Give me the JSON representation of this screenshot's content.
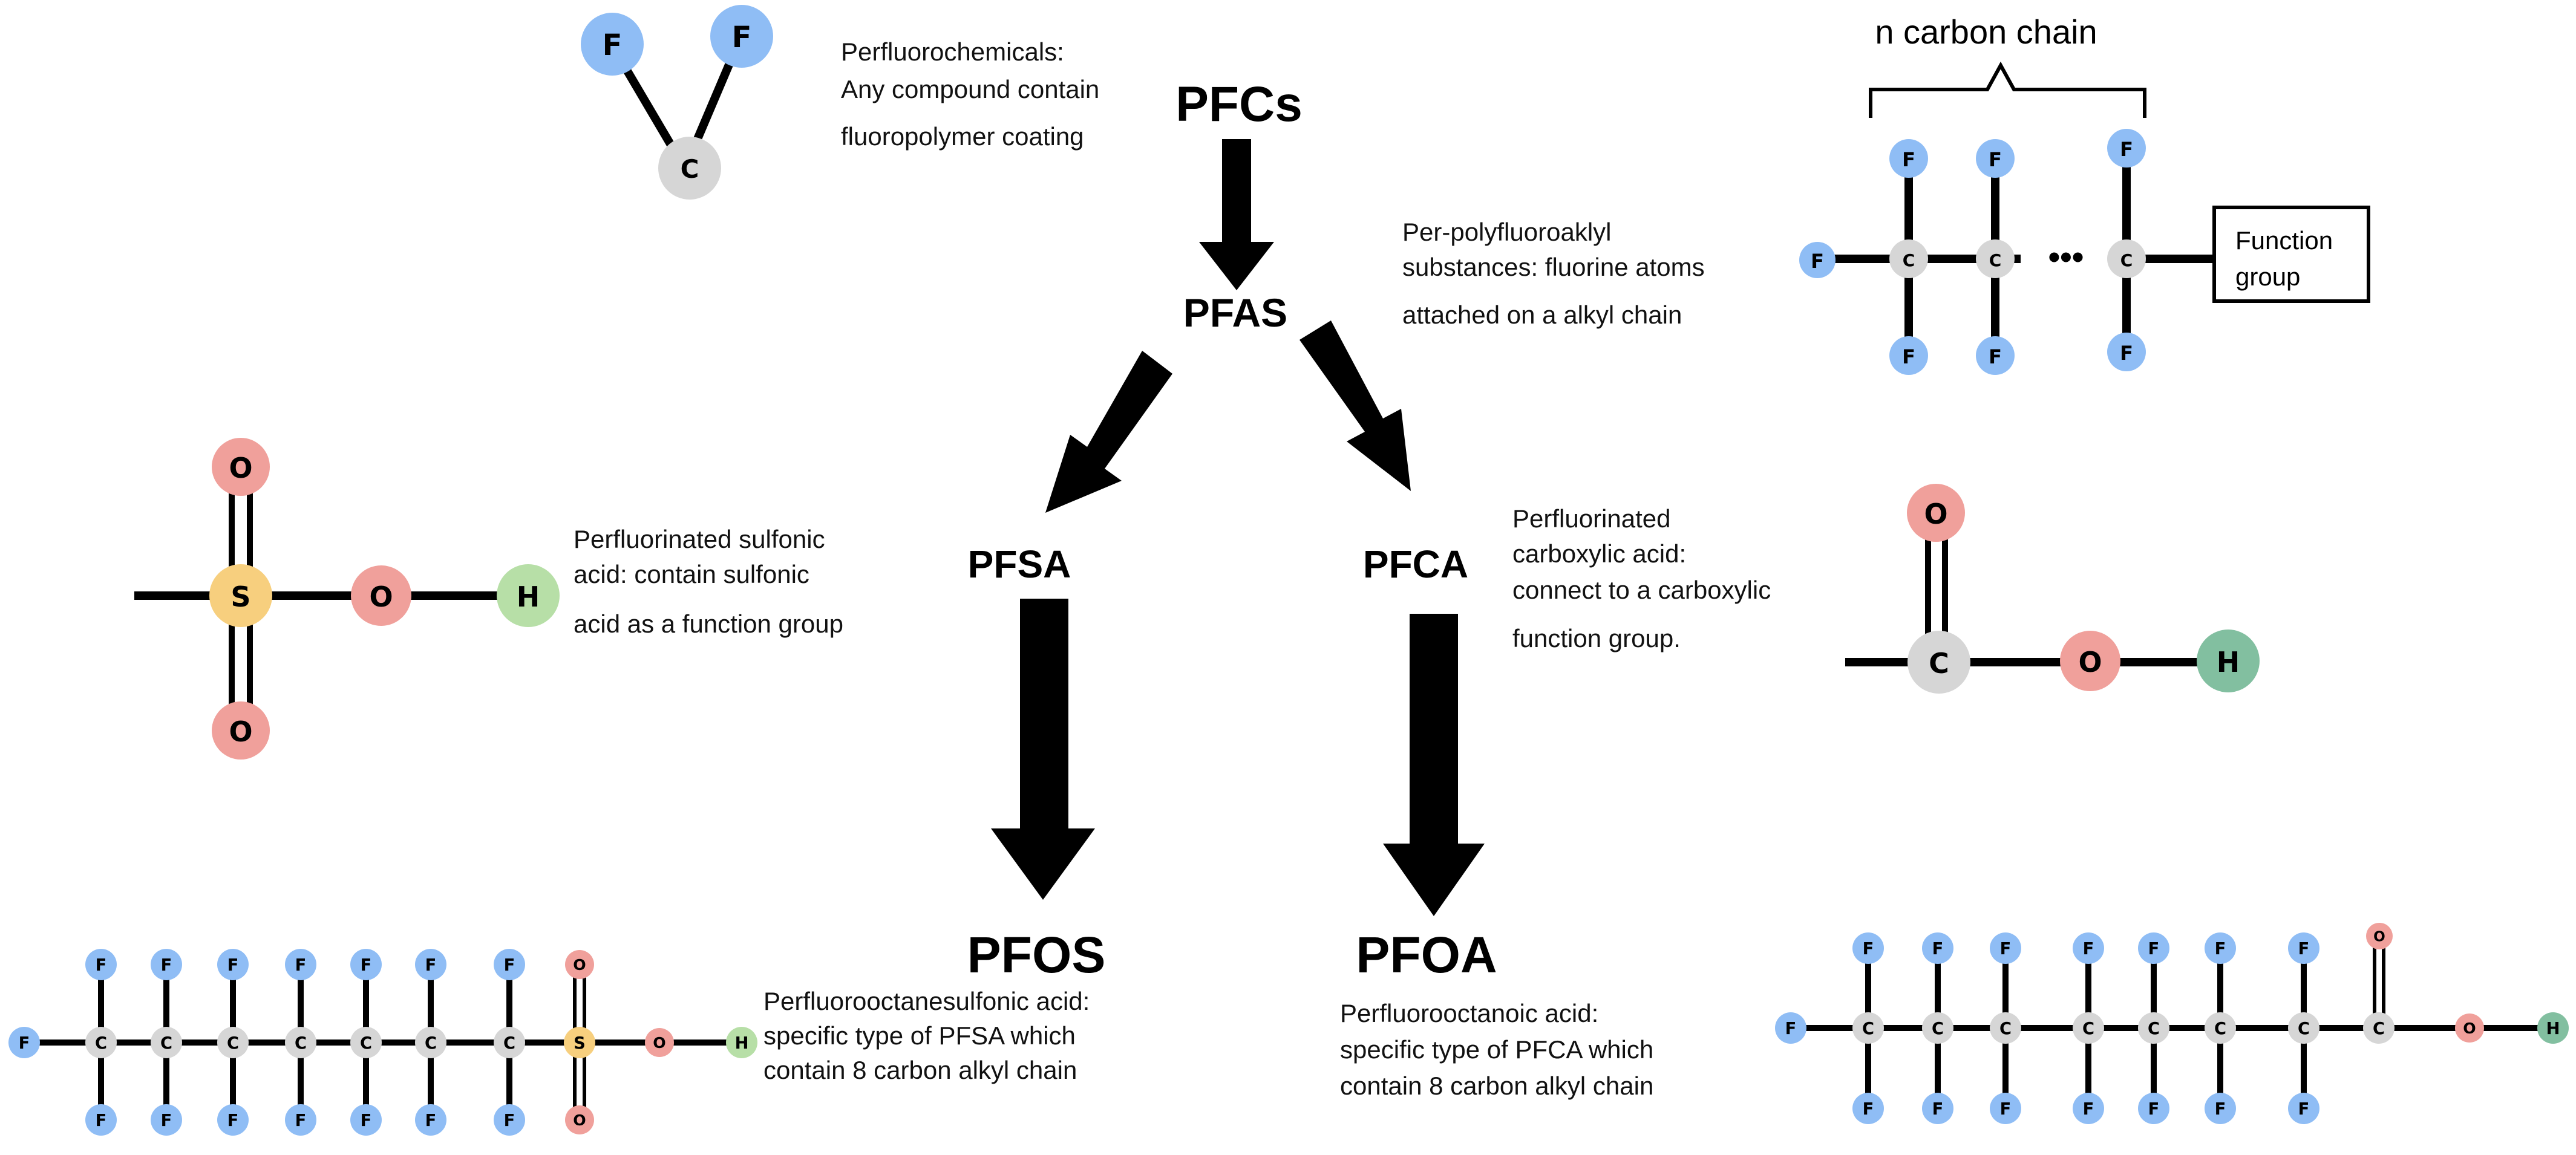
{
  "nodes": {
    "pfcs": "PFCs",
    "pfas": "PFAS",
    "pfsa": "PFSA",
    "pfca": "PFCA",
    "pfos": "PFOS",
    "pfoa": "PFOA"
  },
  "descriptions": {
    "pfcs": [
      "Perfluorochemicals:",
      "Any compound contain",
      "fluoropolymer coating"
    ],
    "pfas": [
      "Per-polyfluoroaklyl",
      "substances: fluorine atoms",
      "attached on a alkyl chain"
    ],
    "pfsa": [
      "Perfluorinated sulfonic",
      "acid: contain sulfonic",
      "acid as a function group"
    ],
    "pfca": [
      "Perfluorinated",
      "carboxylic acid:",
      "connect to a carboxylic",
      "function group."
    ],
    "pfos": [
      "Perfluorooctanesulfonic acid:",
      "specific type of PFSA which",
      "contain 8 carbon alkyl chain"
    ],
    "pfoa": [
      "Perfluorooctanoic acid:",
      "specific type of PFCA which",
      "contain 8 carbon alkyl chain"
    ]
  },
  "chain_diagram": {
    "label": "n carbon chain",
    "ellipsis": "•••",
    "function_group": [
      "Function",
      "group"
    ]
  },
  "atoms": {
    "F": "F",
    "C": "C",
    "S": "S",
    "O": "O",
    "H": "H"
  },
  "colors": {
    "fluorine": "#8fbdf5",
    "carbon": "#d6d6d6",
    "oxygen": "#f0a09b",
    "sulfur": "#f7cf7e",
    "hydrogen_light": "#b7dfa7",
    "hydrogen_dark": "#82bfa0",
    "arrow": "#000000"
  }
}
